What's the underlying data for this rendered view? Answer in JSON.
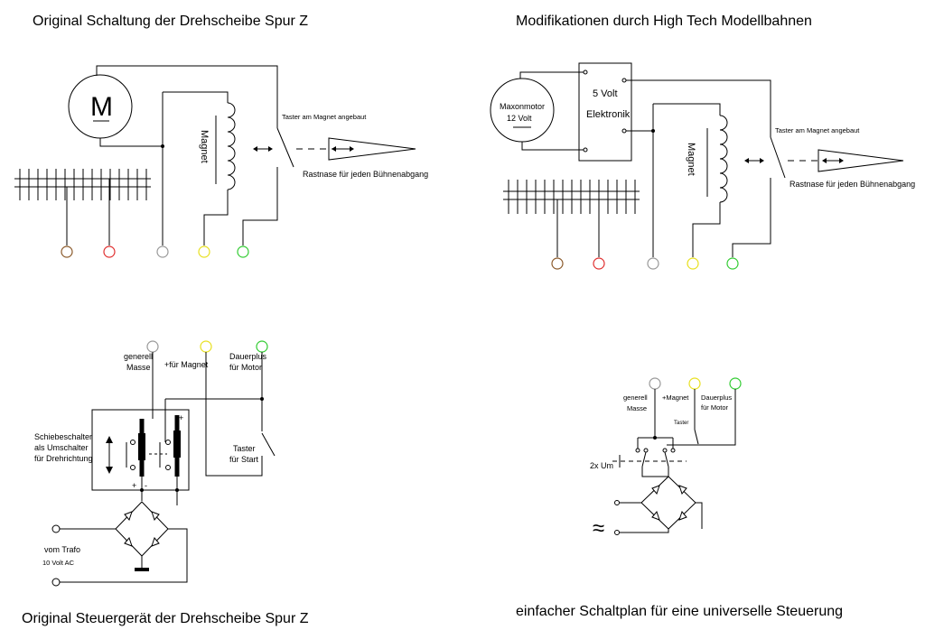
{
  "titles": {
    "top_left": "Original Schaltung der Drehscheibe Spur Z",
    "top_right": "Modifikationen durch High Tech Modellbahnen",
    "bottom_left": "Original Steuergerät der Drehscheibe Spur Z",
    "bottom_right": "einfacher Schaltplan für eine universelle Steuerung"
  },
  "labels": {
    "motor_symbol": "M",
    "magnet": "Magnet",
    "taster_magnet": "Taster am Magnet angebaut",
    "rastnase": "Rastnase für jeden Bühnenabgang",
    "maxon_line1": "Maxonmotor",
    "maxon_line2": "12 Volt",
    "elektronik_line1": "5  Volt",
    "elektronik_line2": "Elektronik",
    "generell": "generell",
    "masse": "Masse",
    "plus_magnet_bl": "+für Magnet",
    "dauerplus": "Dauerplus",
    "fuer_motor": "für Motor",
    "schiebe1": "Schiebeschalter",
    "schiebe2": "als Umschalter",
    "schiebe3": "für Drehrichtung",
    "taster": "Taster",
    "fuer_start": "für Start",
    "plus": "+",
    "minus": "-",
    "vom_trafo": "vom Trafo",
    "volt_ac": "10 Volt  AC",
    "plus_magnet_br": "+Magnet",
    "taster_small": "Taster",
    "um2x": "2x Um",
    "ac_symbol": "≈"
  },
  "terminal_colors": {
    "brown": "#8b5a2b",
    "red": "#e03030",
    "gray": "#999999",
    "yellow": "#e8e020",
    "green": "#33cc33"
  }
}
